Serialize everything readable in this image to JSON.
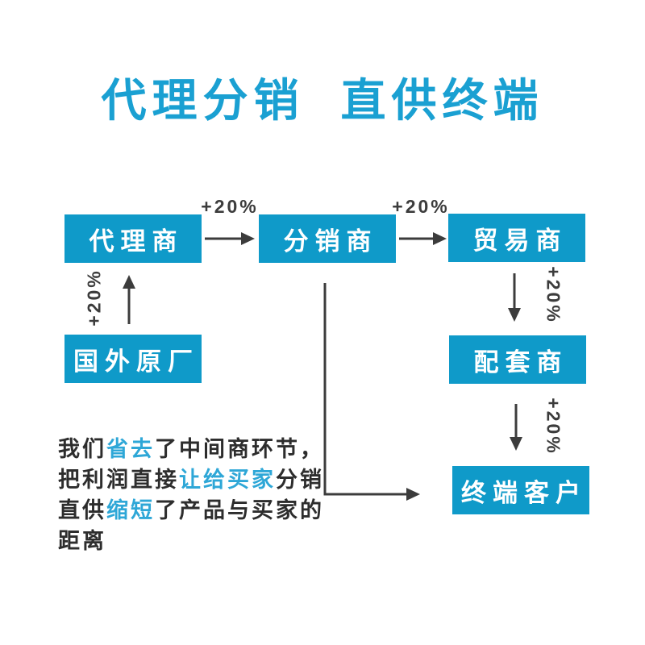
{
  "title": "代理分销  直供终端",
  "gain_label": "+20%",
  "colors": {
    "box_blue": "#0f9ac9",
    "title_blue": "#1aa0d2",
    "arrow_gray": "#3c3c3c",
    "paragraph_dark": "#2d2d2d",
    "highlight_blue": "#2ea7d7"
  },
  "nodes": [
    {
      "id": "agent",
      "label": "代理商"
    },
    {
      "id": "distributor",
      "label": "分销商"
    },
    {
      "id": "trader",
      "label": "贸易商"
    },
    {
      "id": "factory",
      "label": "国外原厂"
    },
    {
      "id": "supporting",
      "label": "配套商"
    },
    {
      "id": "end_customer",
      "label": "终端客户"
    }
  ],
  "paragraph": {
    "lines": [
      [
        {
          "t": "我们"
        },
        {
          "t": "省去",
          "hl": true
        },
        {
          "t": "了中间商环节，"
        }
      ],
      [
        {
          "t": "把利润直接"
        },
        {
          "t": "让给买家",
          "hl": true
        },
        {
          "t": "分销"
        }
      ],
      [
        {
          "t": "直供"
        },
        {
          "t": "缩短",
          "hl": true
        },
        {
          "t": "了产品与买家的"
        }
      ],
      [
        {
          "t": "距离"
        }
      ]
    ]
  }
}
